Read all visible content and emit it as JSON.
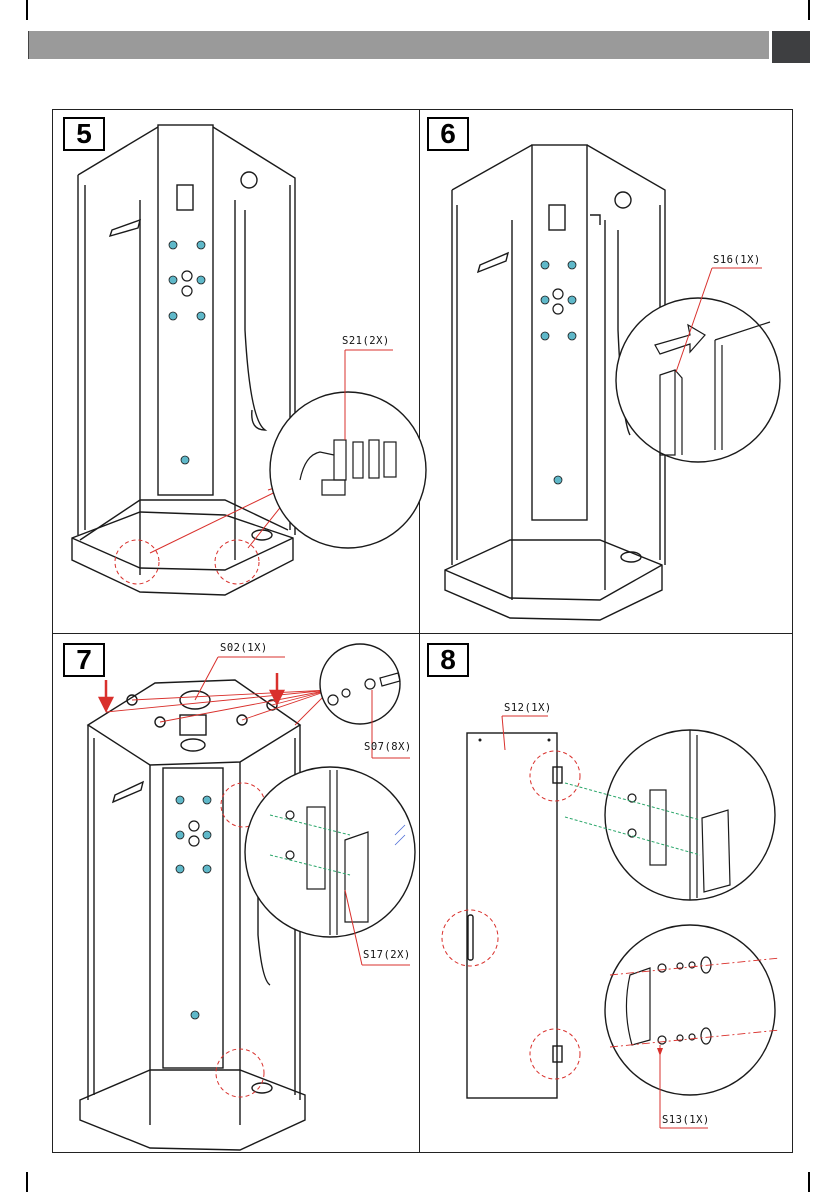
{
  "steps": {
    "step5": {
      "number": "5",
      "parts": [
        {
          "code": "S21(2X)"
        }
      ]
    },
    "step6": {
      "number": "6",
      "parts": [
        {
          "code": "S16(1X)"
        }
      ]
    },
    "step7": {
      "number": "7",
      "parts": [
        {
          "code": "S02(1X)"
        },
        {
          "code": "S07(8X)"
        },
        {
          "code": "S17(2X)"
        }
      ]
    },
    "step8": {
      "number": "8",
      "parts": [
        {
          "code": "S12(1X)"
        },
        {
          "code": "S13(1X)"
        }
      ]
    }
  },
  "colors": {
    "header_bar": "#9a9a9a",
    "header_tab": "#3e3f41",
    "callout_line": "#d9302c",
    "jet_nozzle": "#5fb8c9",
    "line_art": "#1a1a1a"
  }
}
